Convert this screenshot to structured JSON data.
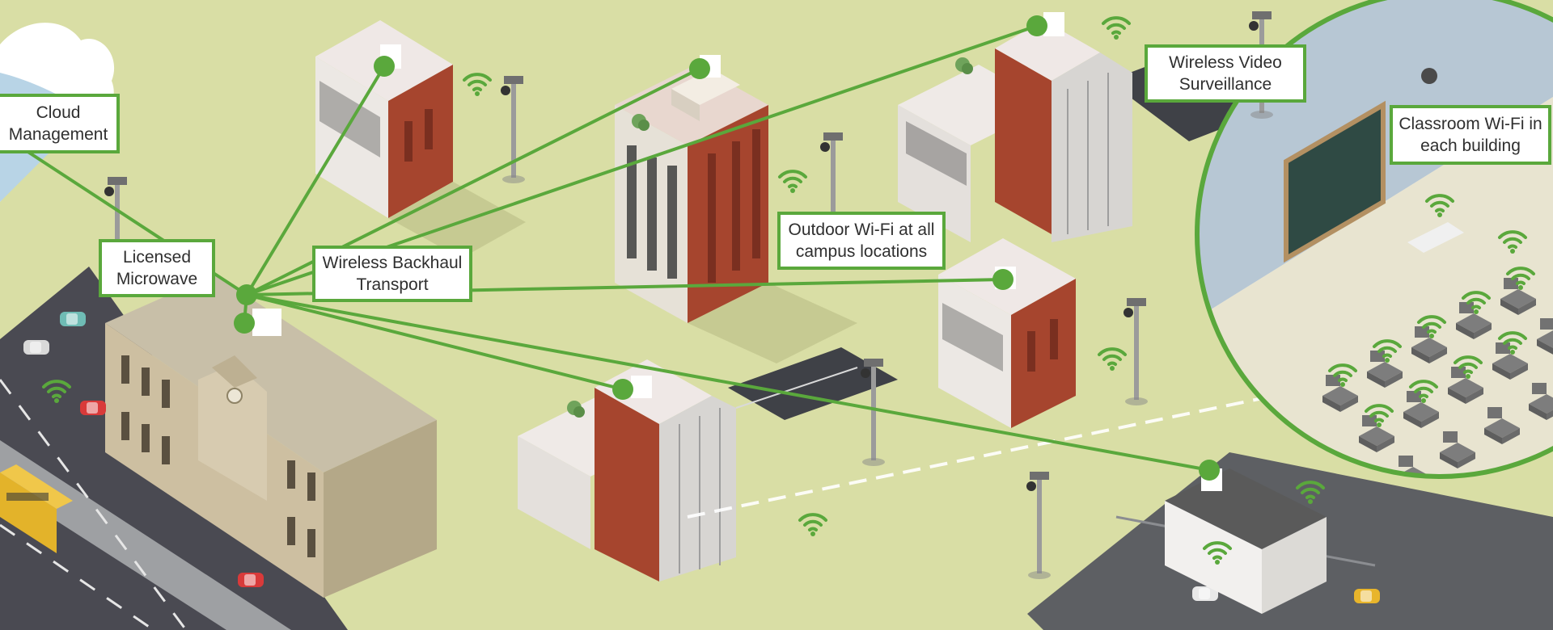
{
  "colors": {
    "ground": "#d9dea5",
    "link": "#5aa83c",
    "road": "#4a4a52",
    "brick": "#a6452e",
    "wall_light": "#ecebe6",
    "school": "#cdbfa1"
  },
  "labels": {
    "cloud": [
      "Cloud",
      "Management"
    ],
    "microwave": [
      "Licensed",
      "Microwave"
    ],
    "backhaul": [
      "Wireless Backhaul",
      "Transport"
    ],
    "outdoor": [
      "Outdoor Wi-Fi at all",
      "campus locations"
    ],
    "video": [
      "Wireless Video",
      "Surveillance"
    ],
    "classroom": [
      "Classroom Wi-Fi in",
      "each building"
    ]
  },
  "icons": {
    "wifi": "wifi-icon",
    "camera": "camera-pole-icon",
    "cloud": "cloud-icon",
    "antenna": "antenna-icon",
    "clock": "clock-icon"
  }
}
